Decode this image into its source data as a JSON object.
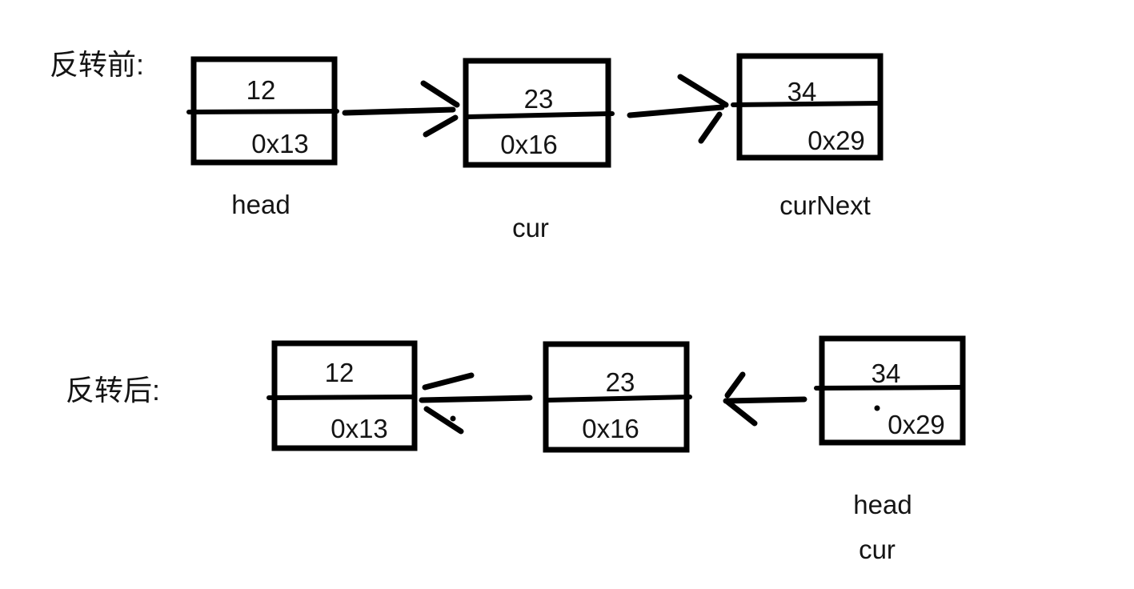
{
  "canvas": {
    "background": "#ffffff",
    "ink": "#000000"
  },
  "diagram": {
    "type": "linked-list-reversal-sketch",
    "before": {
      "section_label": "反转前:",
      "arrow_direction": "right",
      "nodes": [
        {
          "value": "12",
          "address": "0x13",
          "label": "head"
        },
        {
          "value": "23",
          "address": "0x16",
          "label": "cur"
        },
        {
          "value": "34",
          "address": "0x29",
          "label": "curNext"
        }
      ]
    },
    "after": {
      "section_label": "反转后:",
      "arrow_direction": "left",
      "nodes": [
        {
          "value": "12",
          "address": "0x13"
        },
        {
          "value": "23",
          "address": "0x16"
        },
        {
          "value": "34",
          "address": "0x29",
          "label": "head",
          "label2": "cur"
        }
      ]
    }
  }
}
